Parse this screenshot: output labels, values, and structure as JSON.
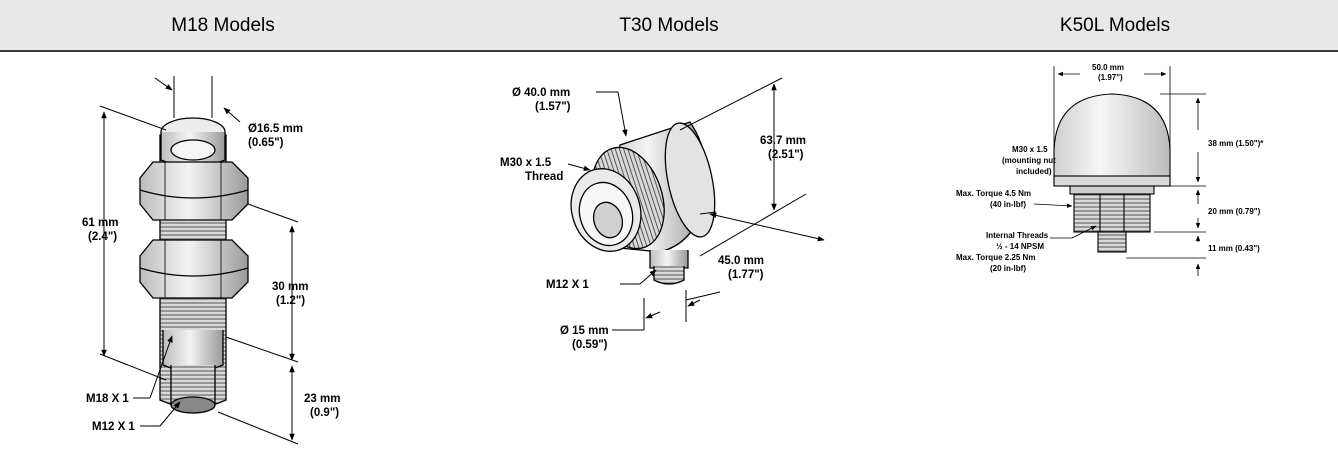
{
  "headers": {
    "m18": "M18 Models",
    "t30": "T30 Models",
    "k50l": "K50L Models"
  },
  "m18": {
    "dia_main": "Ø16.5 mm",
    "dia_sub": "(0.65\")",
    "len_main": "61 mm",
    "len_sub": "(2.4\")",
    "thr_main": "30 mm",
    "thr_sub": "(1.2\")",
    "conn_main": "23 mm",
    "conn_sub": "(0.9\")",
    "thread_label": "M18 X 1",
    "connector_label": "M12 X 1"
  },
  "t30": {
    "dia_main": "Ø 40.0 mm",
    "dia_sub": "(1.57\")",
    "thread_l1": "M30 x 1.5",
    "thread_l2": "Thread",
    "height_main": "63.7 mm",
    "height_sub": "(2.51\")",
    "depth_main": "45.0 mm",
    "depth_sub": "(1.77\")",
    "connector_label": "M12 X 1",
    "conn_dia_main": "Ø 15 mm",
    "conn_dia_sub": "(0.59\")"
  },
  "k50l": {
    "width_main": "50.0 mm",
    "width_sub": "(1.97\")",
    "dome_height": "38 mm (1.50\")*",
    "mount_l1": "M30 x 1.5",
    "mount_l2": "(mounting nut",
    "mount_l3": "included)",
    "torque_l1": "Max. Torque 4.5 Nm",
    "torque_l2": "(40 in-lbf)",
    "base_height": "20 mm (0.79\")",
    "internal_l1": "Internal Threads",
    "internal_l2": "½ - 14 NPSM",
    "internal_l3": "Max. Torque 2.25 Nm",
    "internal_l4": "(20 in-lbf)",
    "conn_height": "11 mm (0.43\")"
  }
}
